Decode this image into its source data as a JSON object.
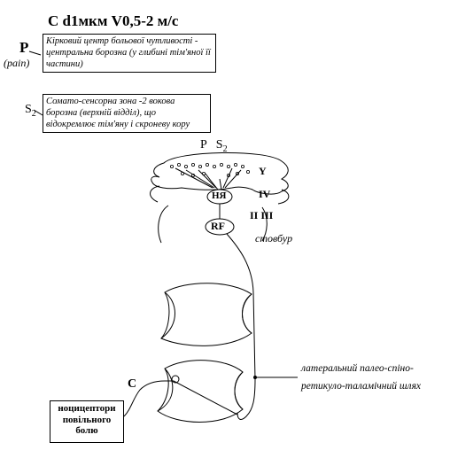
{
  "title": "C d1мкм V0,5-2 м/с",
  "p_label": "P",
  "pain_label": "(pain)",
  "p_box_text": "Кірковий центр больової чутливості - центральна борозна (у глибині тім'яної її частини)",
  "s2_label": "S",
  "s2_sub": "2",
  "s2_box_text": "Сомато-сенсорна зона -2 вокова борозна (верхній відділ), що відокремлює тім'яну і скроневу кору",
  "brain_top_p": "P",
  "brain_top_s": "S",
  "brain_top_s_sub": "2",
  "layer_v": "Y",
  "layer_iv": "IV",
  "layer_ii_iii": "II III",
  "nucleus_label": "НЯ",
  "rf_label": "RF",
  "stem_label": "стовбур",
  "c_label": "C",
  "pathway_text": "латеральний палео-спіно-ретикуло-таламічний шлях",
  "receptor_text": "ноцицептори повільного болю"
}
